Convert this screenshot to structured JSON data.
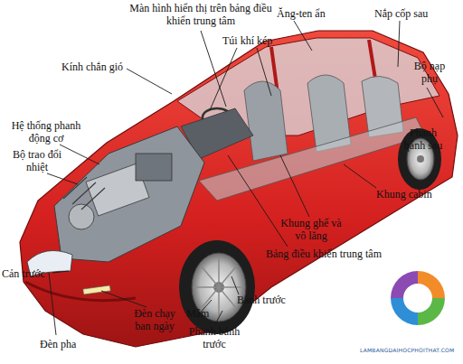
{
  "diagram": {
    "labels": [
      "Màn hình hiển thị trên bảng điều khiển trung tâm",
      "Ăng-ten ẩn",
      "Nắp cốp sau",
      "Túi khí kép",
      "Kính chắn gió",
      "Bộ nạp phụ",
      "Hệ thống phanh động cơ",
      "Bộ trao đổi nhiệt",
      "Phanh bánh sau",
      "Khung cabin",
      "Khung ghế và vô lăng",
      "Bảng điều khiển trung tâm",
      "Cản trước",
      "Bánh trước",
      "Đèn chạy ban ngày",
      "Mâm",
      "Phanh bánh trước",
      "Đèn pha",
      "LAMBANGDAIHOCPHOITHAT.COM"
    ]
  }
}
